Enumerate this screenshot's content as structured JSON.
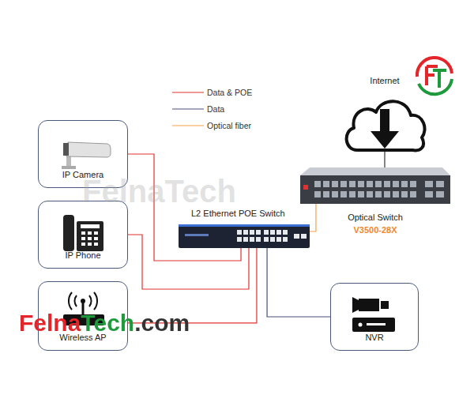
{
  "diagram": {
    "nodes": [
      {
        "text": [
          "Internet"
        ]
      },
      {
        "text": [
          "IP Camera"
        ]
      },
      {
        "text": [
          "Optical Switch",
          "V3500-28X"
        ]
      },
      {
        "text": [
          "IP Phone"
        ]
      },
      {
        "text": [
          "L2 Ethernet POE Switch"
        ]
      },
      {
        "text": [
          "Wireless AP"
        ]
      },
      {
        "text": [
          "NVR"
        ]
      }
    ],
    "edges": [
      {
        "from": 1,
        "to": 4,
        "arrow": "none"
      },
      {
        "from": 3,
        "to": 4,
        "arrow": "none"
      },
      {
        "from": 5,
        "to": 4,
        "arrow": "none"
      },
      {
        "from": 4,
        "to": 6,
        "arrow": "none"
      },
      {
        "from": 4,
        "to": 2,
        "arrow": "none"
      },
      {
        "from": 0,
        "to": 2,
        "arrow": "none"
      }
    ],
    "labels": [
      "FelnaTech",
      "FelnaTech.com"
    ],
    "legend": [
      {
        "text": "Data & POE"
      },
      {
        "text": "Data"
      },
      {
        "text": "Optical fiber"
      }
    ]
  }
}
